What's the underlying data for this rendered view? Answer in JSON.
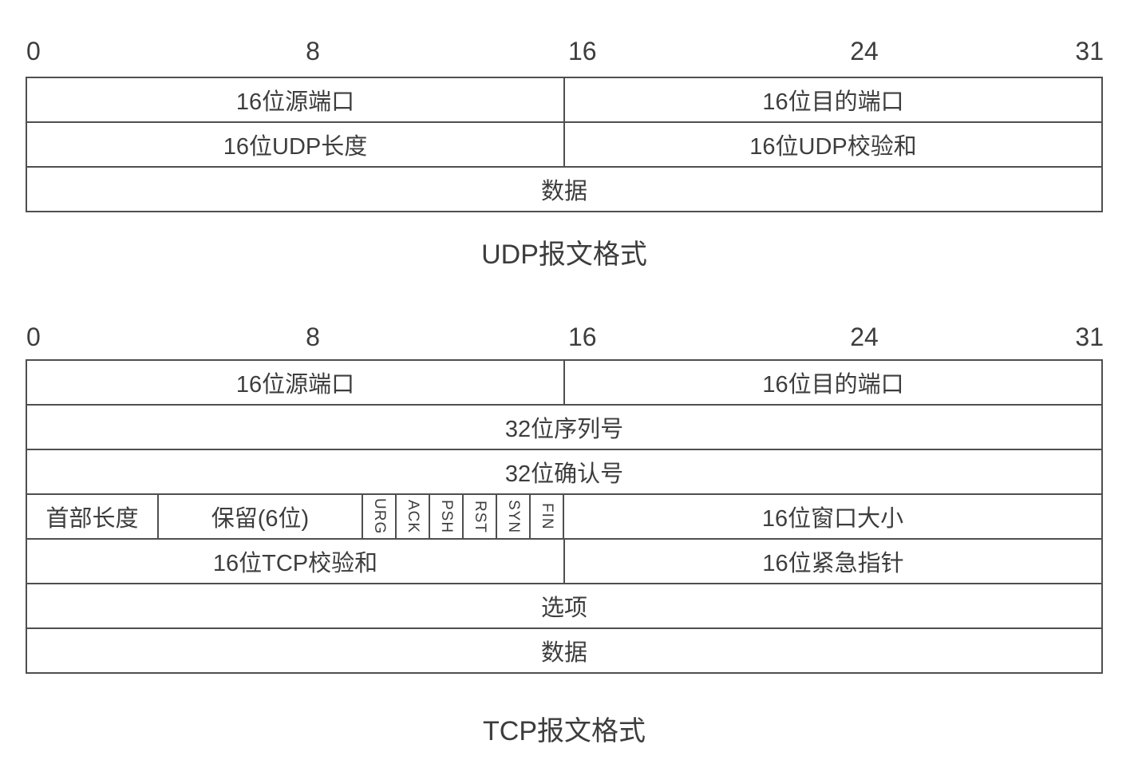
{
  "palette": {
    "background": "#ffffff",
    "border": "#4f4f4f",
    "text": "#3d3d3d"
  },
  "bit_ruler": [
    "0",
    "8",
    "16",
    "24",
    "31"
  ],
  "udp": {
    "caption": "UDP报文格式",
    "rows": [
      [
        "16位源端口",
        "16位目的端口"
      ],
      [
        "16位UDP长度",
        "16位UDP校验和"
      ],
      [
        "数据"
      ]
    ]
  },
  "tcp": {
    "caption": "TCP报文格式",
    "ports": [
      "16位源端口",
      "16位目的端口"
    ],
    "seq": "32位序列号",
    "ack": "32位确认号",
    "hdr": {
      "header_len": "首部长度",
      "reserved": "保留(6位)",
      "flags": [
        "URG",
        "ACK",
        "PSH",
        "RST",
        "SYN",
        "FIN"
      ],
      "window": "16位窗口大小"
    },
    "checksum_row": [
      "16位TCP校验和",
      "16位紧急指针"
    ],
    "options": "选项",
    "data": "数据"
  }
}
